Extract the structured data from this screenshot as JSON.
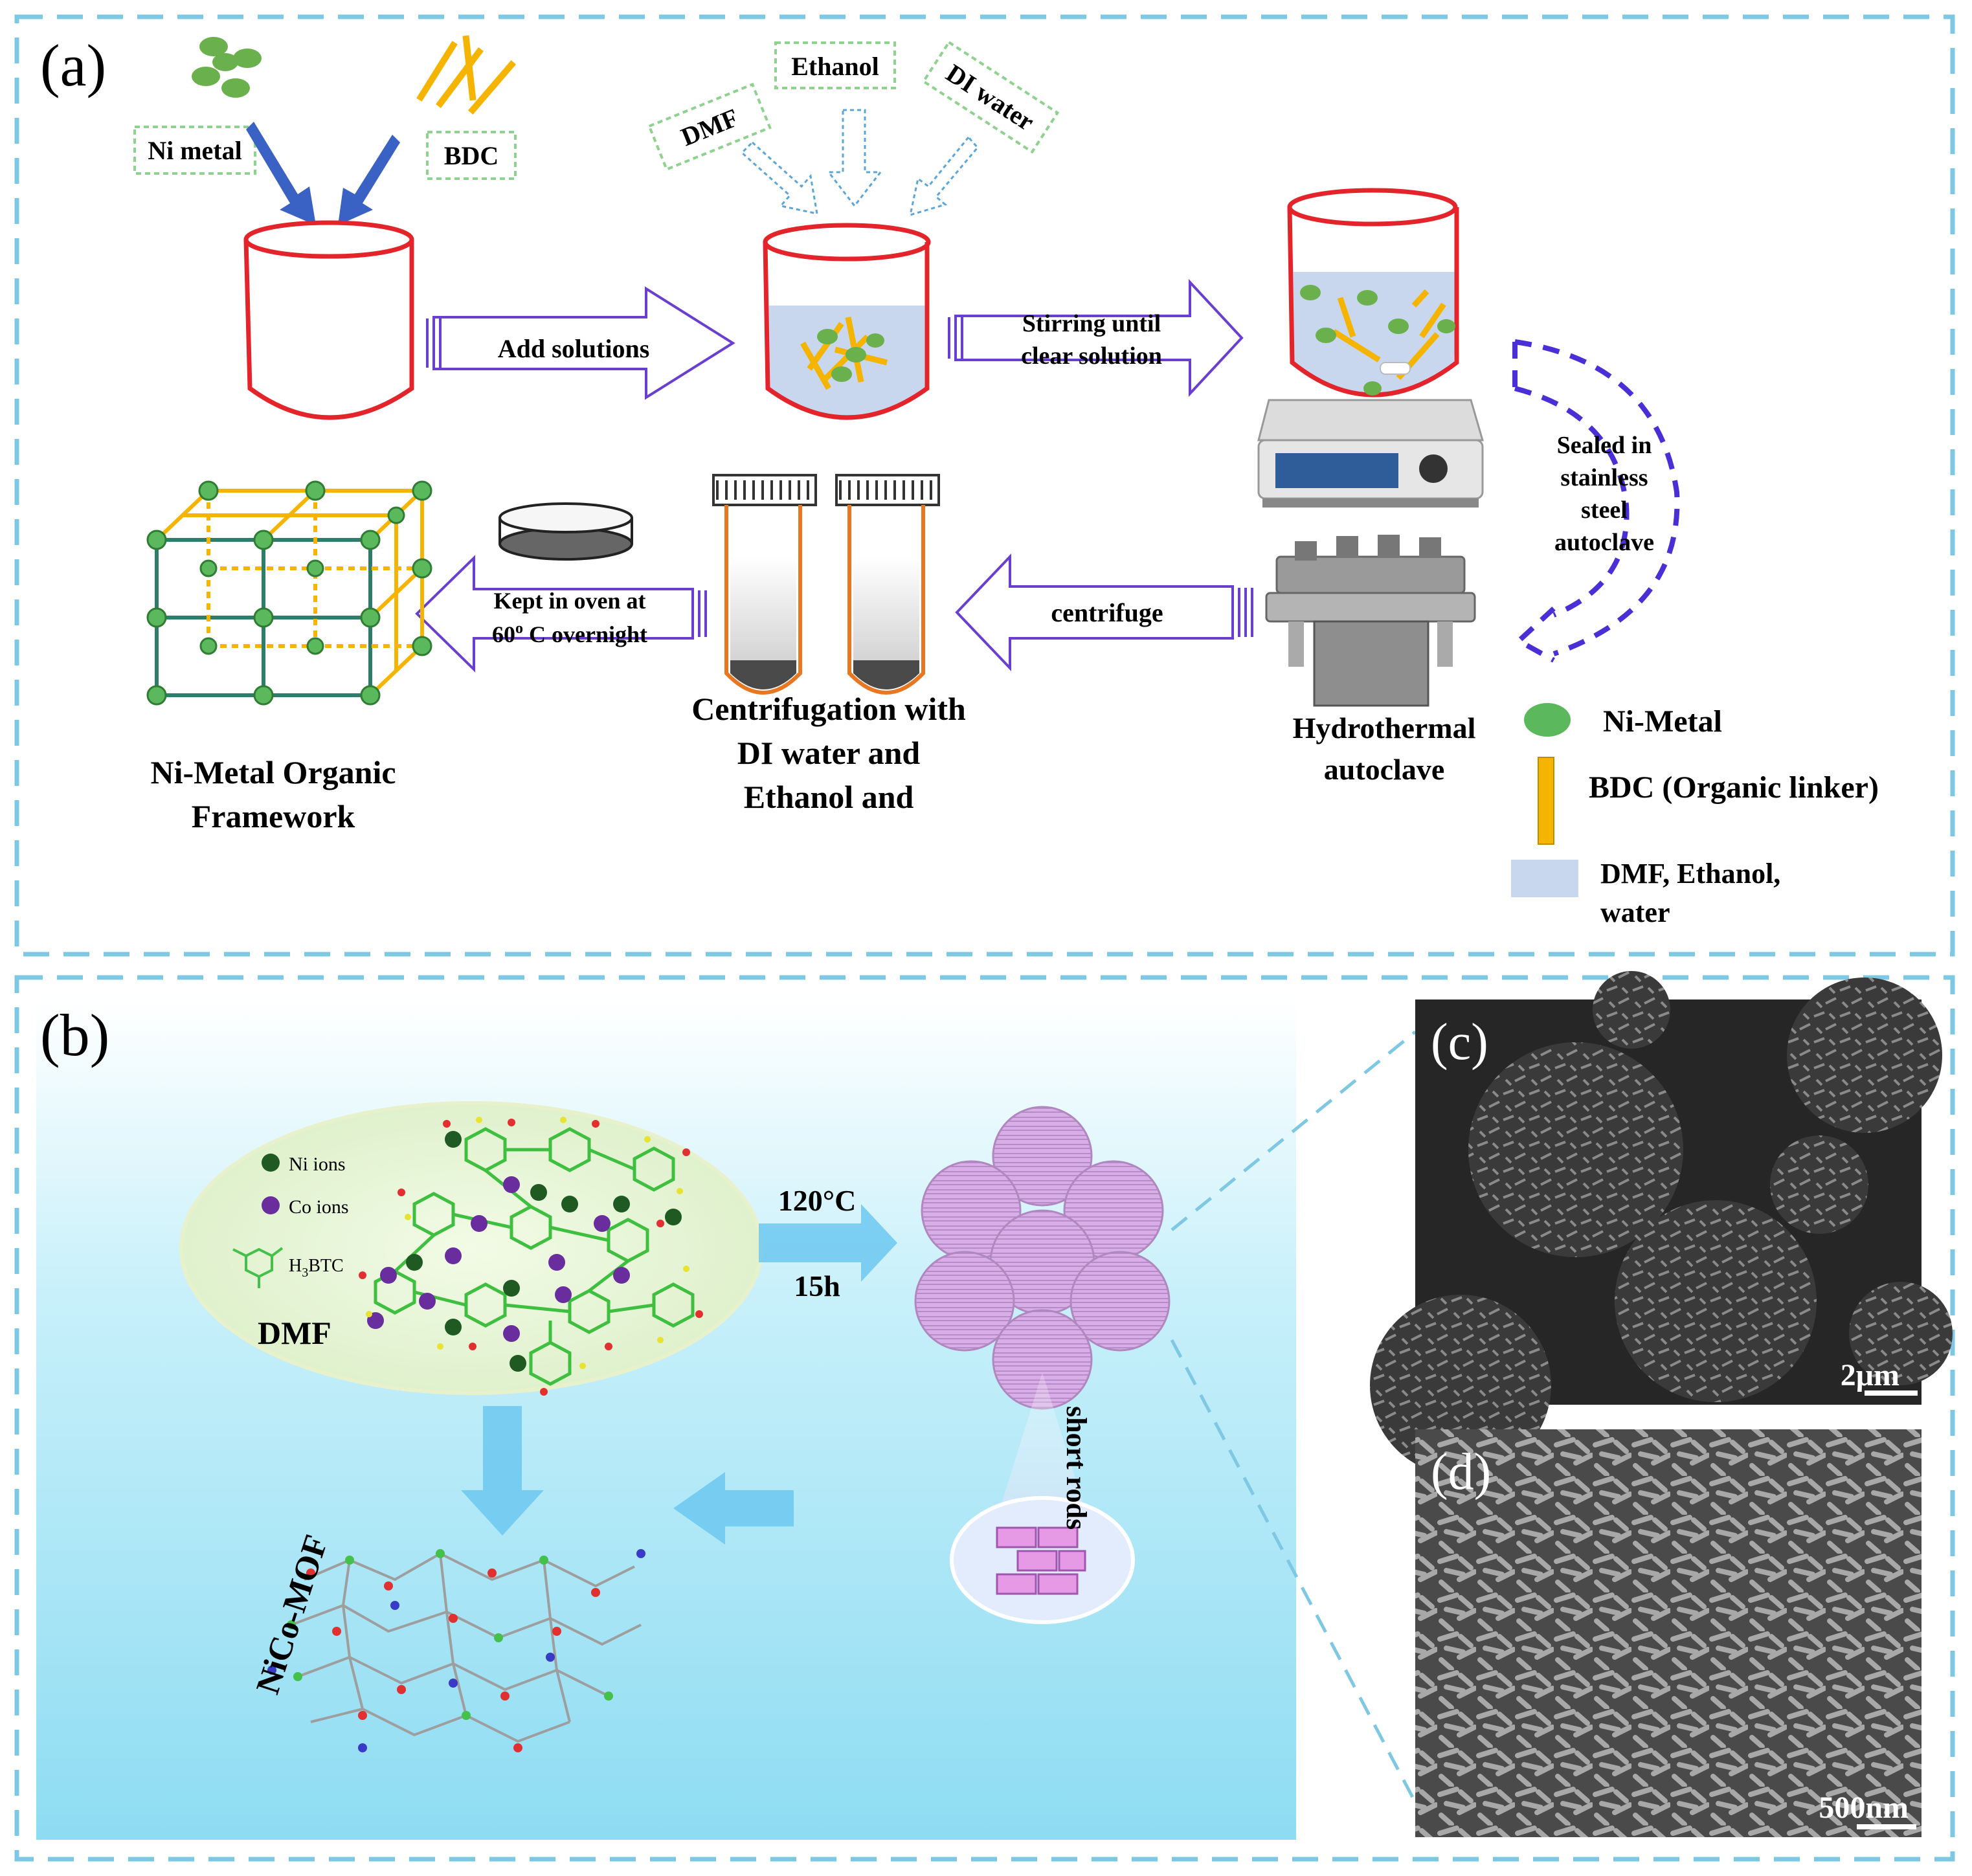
{
  "panel_a": {
    "label": "(a)",
    "inputs": {
      "ni_metal": "Ni metal",
      "bdc": "BDC"
    },
    "solvents": {
      "dmf": "DMF",
      "ethanol": "Ethanol",
      "di_water": "DI water"
    },
    "steps": {
      "add_solutions": "Add solutions",
      "stirring_line1": "Stirring  until",
      "stirring_line2": "clear solution",
      "sealed_line1": "Sealed in",
      "sealed_line2": "stainless",
      "sealed_line3": "steel",
      "sealed_line4": "autoclave",
      "centrifuge": "centrifuge",
      "oven_line1": "Kept in oven at",
      "oven_line2_pre": "60",
      "oven_line2_sup": "o",
      "oven_line2_post": " C overnight"
    },
    "captions": {
      "hydrothermal_line1": "Hydrothermal",
      "hydrothermal_line2": "autoclave",
      "centrifugation_line1": "Centrifugation with",
      "centrifugation_line2": "DI water and",
      "centrifugation_line3": "Ethanol and",
      "framework_line1": "Ni-Metal Organic",
      "framework_line2": "Framework"
    },
    "legend": {
      "ni_metal": "Ni-Metal",
      "bdc": "BDC (Organic linker)",
      "solvent_line1": "DMF, Ethanol,",
      "solvent_line2": "water"
    }
  },
  "panel_b": {
    "label": "(b)",
    "legend": {
      "ni_ions": "Ni ions",
      "co_ions": "Co ions",
      "h3btc_pre": "H",
      "h3btc_sub": "3",
      "h3btc_post": "BTC"
    },
    "dmf": "DMF",
    "temperature": "120°C",
    "time": "15h",
    "short_rods": "short rods",
    "product": "NiCo-MOF"
  },
  "panel_c": {
    "label": "(c)",
    "scale": "2μm"
  },
  "panel_d": {
    "label": "(d)",
    "scale": "500nm"
  },
  "colors": {
    "dashed_border": "#7ec8e3",
    "beaker_red": "#e3242b",
    "arrow_purple": "#6a3fd0",
    "ni_green": "#5cb85c",
    "bdc_yellow": "#f4b400",
    "solution_blue": "#c9d7ee",
    "panel_b_bg": "#bfeef8",
    "mof_pink": "#d9a9e6"
  }
}
